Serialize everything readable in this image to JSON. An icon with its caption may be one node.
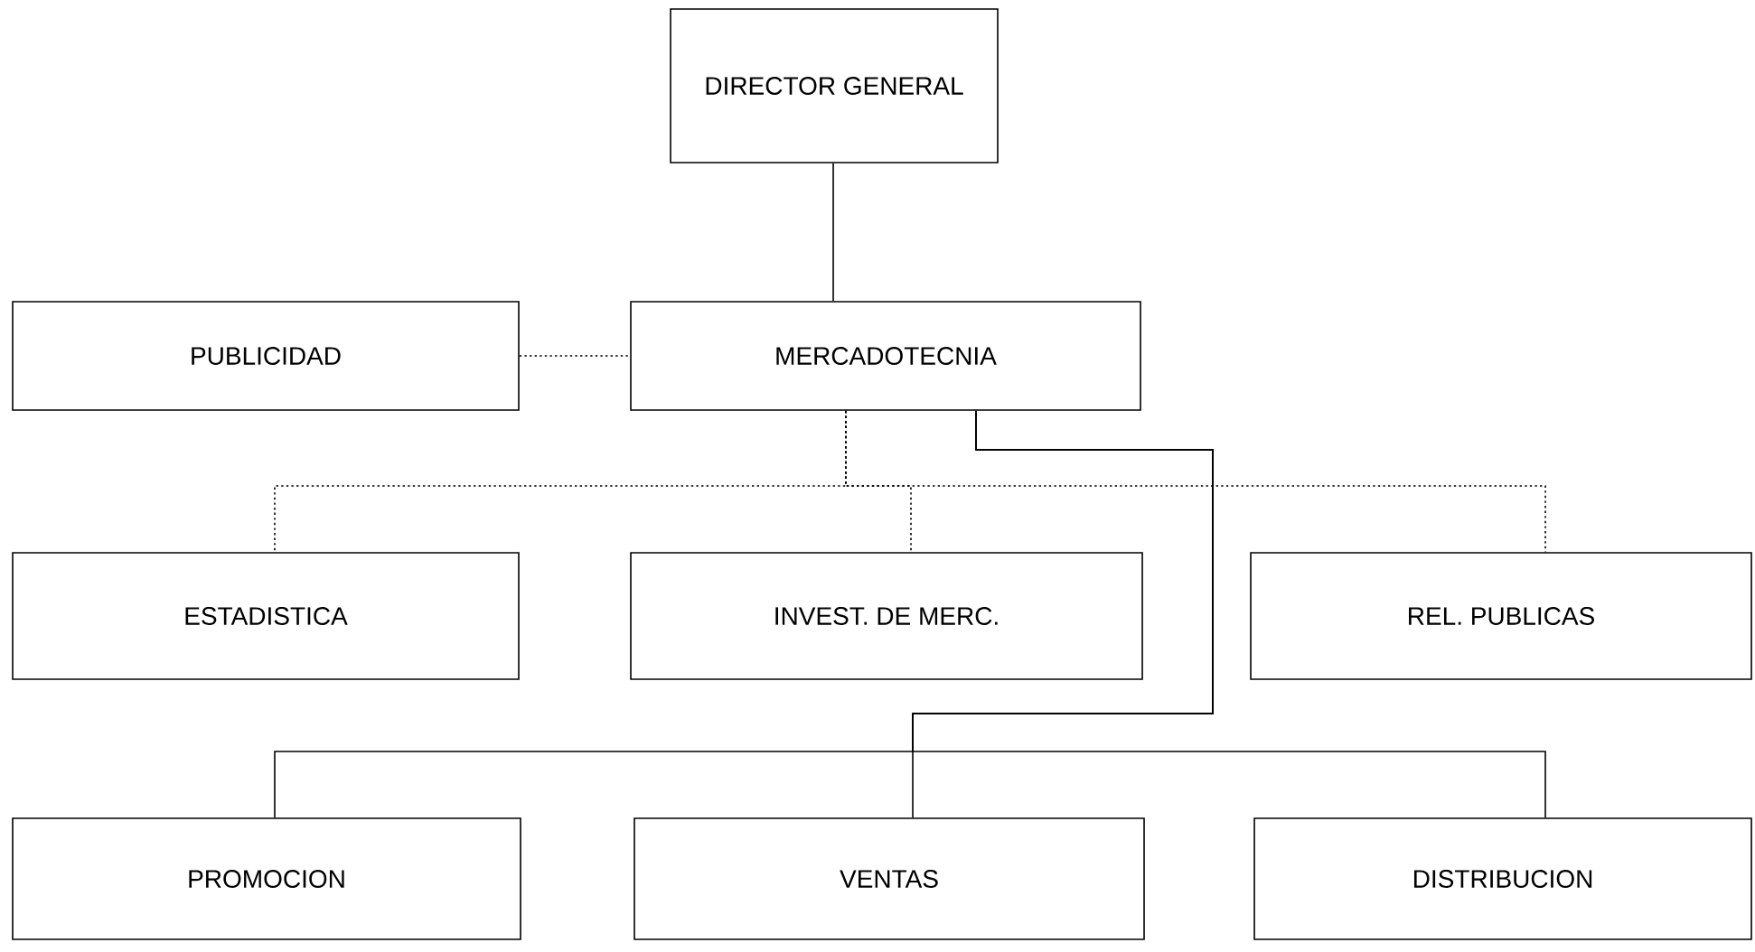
{
  "diagram": {
    "nodes": [
      {
        "text": [
          "DIRECTOR GENERAL"
        ]
      },
      {
        "text": [
          "PUBLICIDAD"
        ]
      },
      {
        "text": [
          "MERCADOTECNIA"
        ]
      },
      {
        "text": [
          "ESTADISTICA"
        ]
      },
      {
        "text": [
          "INVEST. DE MERC."
        ]
      },
      {
        "text": [
          "REL. PUBLICAS"
        ]
      },
      {
        "text": [
          "PROMOCION"
        ]
      },
      {
        "text": [
          "VENTAS"
        ]
      },
      {
        "text": [
          "DISTRIBUCION"
        ]
      }
    ],
    "edges": [
      {
        "from": 0,
        "to": 2,
        "arrow": "none"
      },
      {
        "from": 1,
        "to": 2,
        "arrow": "none",
        "style": "dashed"
      },
      {
        "from": 2,
        "to": 3,
        "arrow": "none",
        "style": "dashed"
      },
      {
        "from": 2,
        "to": 4,
        "arrow": "none",
        "style": "dashed"
      },
      {
        "from": 2,
        "to": 5,
        "arrow": "none",
        "style": "dashed"
      },
      {
        "from": 2,
        "to": 6,
        "arrow": "none"
      },
      {
        "from": 2,
        "to": 7,
        "arrow": "none"
      },
      {
        "from": 2,
        "to": 8,
        "arrow": "none"
      }
    ]
  }
}
